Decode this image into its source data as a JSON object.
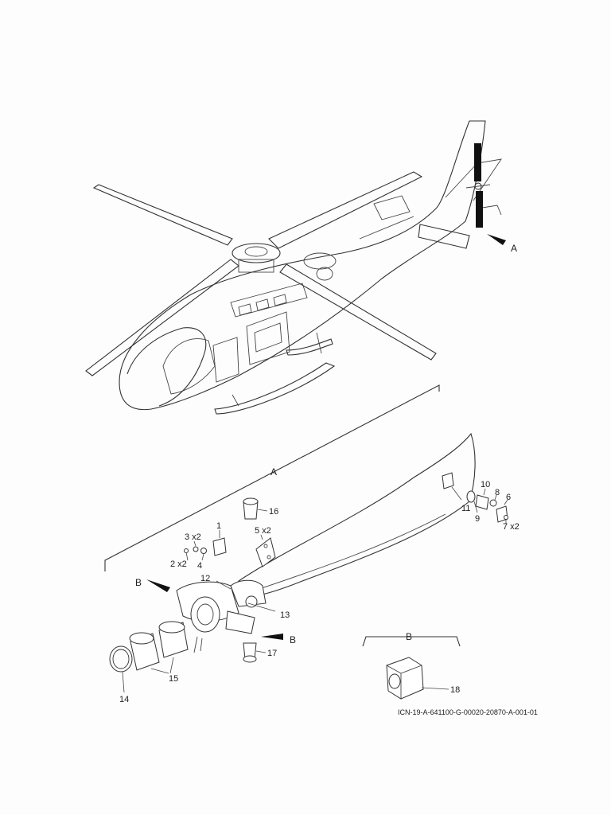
{
  "callouts": {
    "view_a": "A",
    "view_b": "B",
    "item_1": "1",
    "item_2": "2 x2",
    "item_3": "3 x2",
    "item_4": "4",
    "item_5": "5 x2",
    "item_6": "6",
    "item_7": "7 x2",
    "item_8": "8",
    "item_9": "9",
    "item_10": "10",
    "item_11": "11",
    "item_12": "12",
    "item_13": "13",
    "item_14": "14",
    "item_15": "15",
    "item_16": "16",
    "item_17": "17",
    "item_18": "18"
  },
  "drawing_id": "ICN-19-A-641100-G-00020-20870-A-001-01"
}
